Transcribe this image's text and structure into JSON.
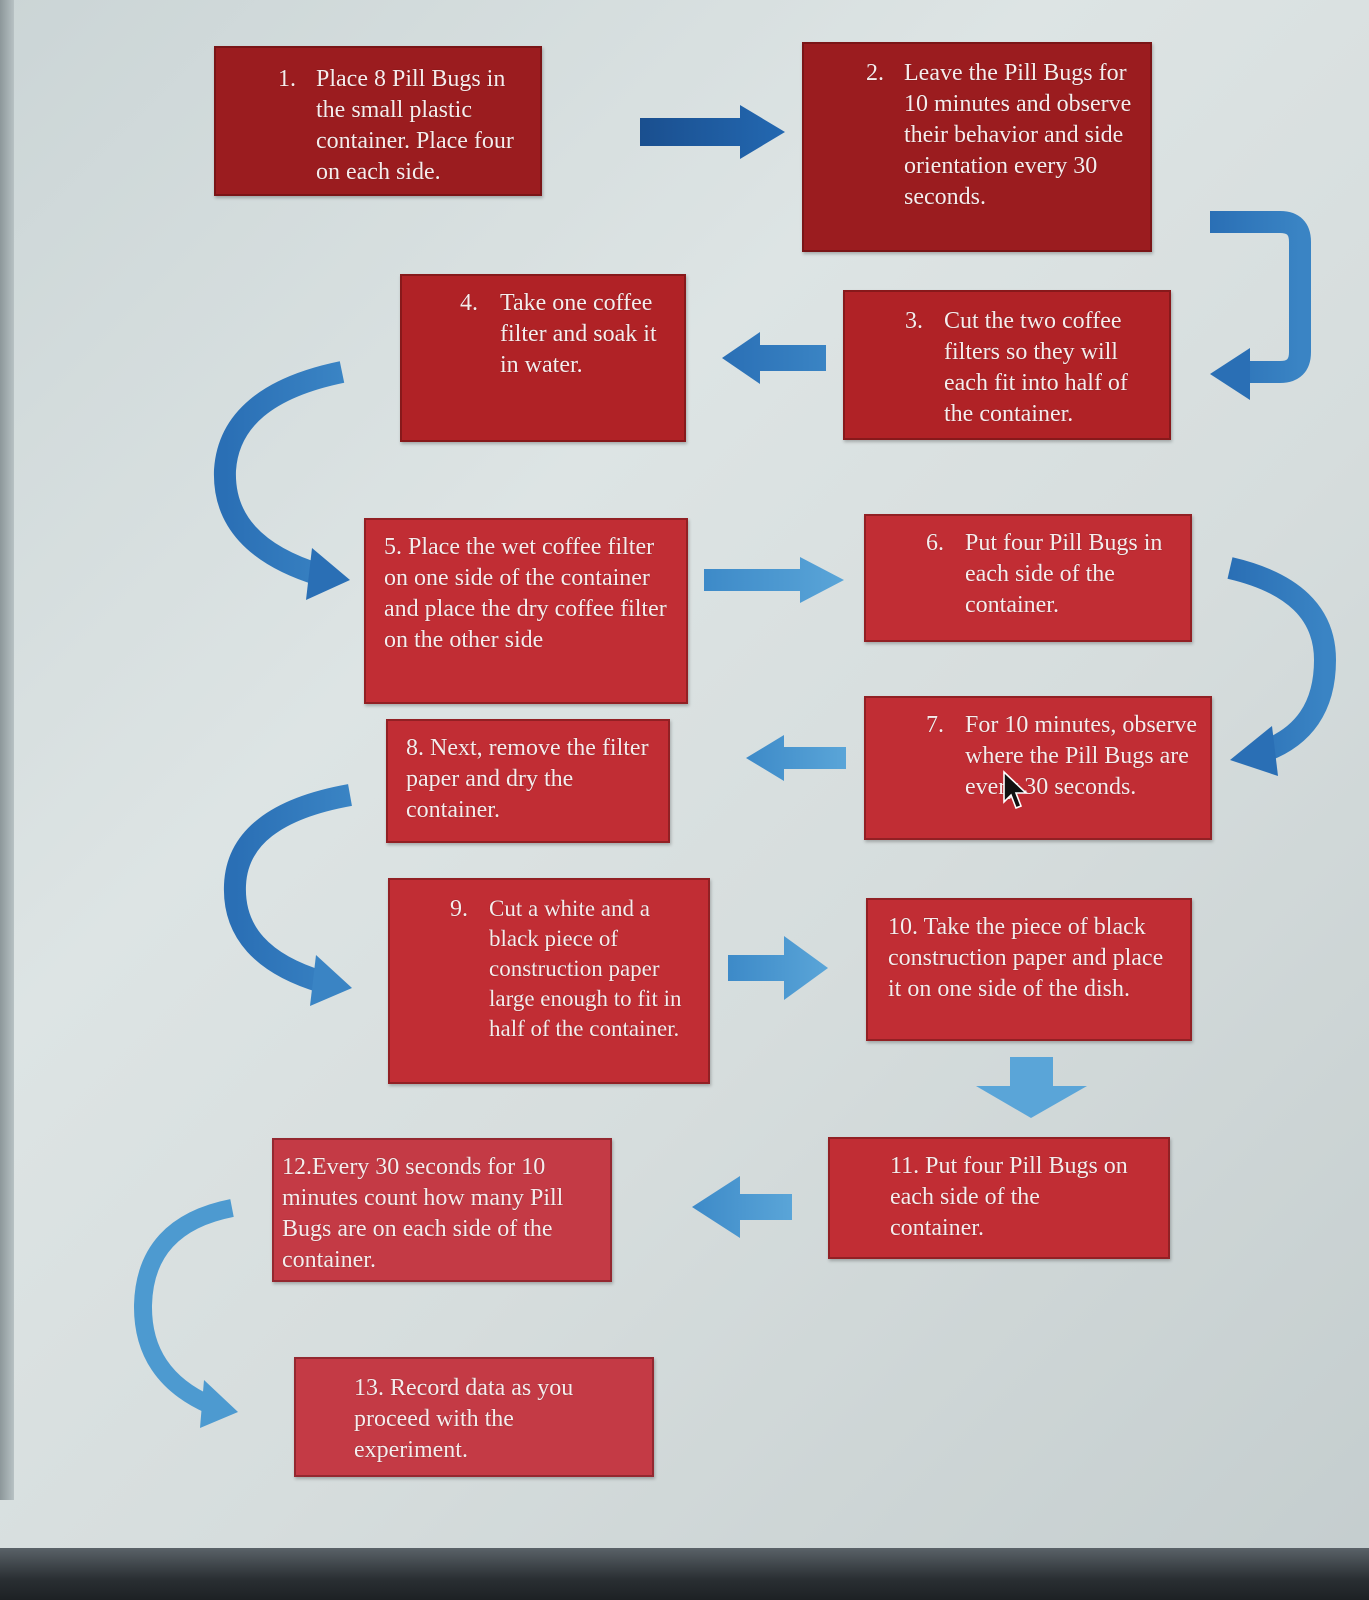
{
  "diagram": {
    "steps": [
      {
        "id": "1",
        "number": "1.",
        "text": "Place 8 Pill Bugs in the small plastic container. Place four on each side."
      },
      {
        "id": "2",
        "number": "2.",
        "text": "Leave the Pill Bugs for 10 minutes and observe their behavior and side orientation every 30 seconds."
      },
      {
        "id": "3",
        "number": "3.",
        "text": "Cut the two coffee filters so they will each fit into half of the container."
      },
      {
        "id": "4",
        "number": "4.",
        "text": "Take one coffee filter and soak it in water."
      },
      {
        "id": "5",
        "number": "",
        "text": "5. Place the wet coffee filter on one side of the container and place the dry coffee filter on the other side"
      },
      {
        "id": "6",
        "number": "6.",
        "text": "Put four Pill Bugs in each side of the container."
      },
      {
        "id": "7",
        "number": "7.",
        "text": "For 10 minutes, observe where the Pill Bugs are every 30 seconds."
      },
      {
        "id": "8",
        "number": "",
        "text": "8. Next, remove the filter paper and dry the container."
      },
      {
        "id": "9",
        "number": "9.",
        "text": "Cut a white and a black piece of construction paper large enough to fit in half of the container."
      },
      {
        "id": "10",
        "number": "",
        "text": "10. Take the piece of black construction paper and place it on one side of the dish."
      },
      {
        "id": "11",
        "number": "",
        "text": "11. Put four Pill Bugs on each side of the container."
      },
      {
        "id": "12",
        "number": "",
        "text": "12.Every 30 seconds for 10 minutes count how many Pill Bugs are on each side of the container."
      },
      {
        "id": "13",
        "number": "",
        "text": "13. Record data as you proceed with the experiment."
      }
    ],
    "colors": {
      "box_dark": "#9b1c1f",
      "box_mid": "#b02226",
      "box_light": "#c12d34",
      "box_pale": "#c43a45",
      "arrow_dark": "#1d5a9e",
      "arrow_light": "#4d9ad0",
      "background": "#d6dddd"
    }
  }
}
